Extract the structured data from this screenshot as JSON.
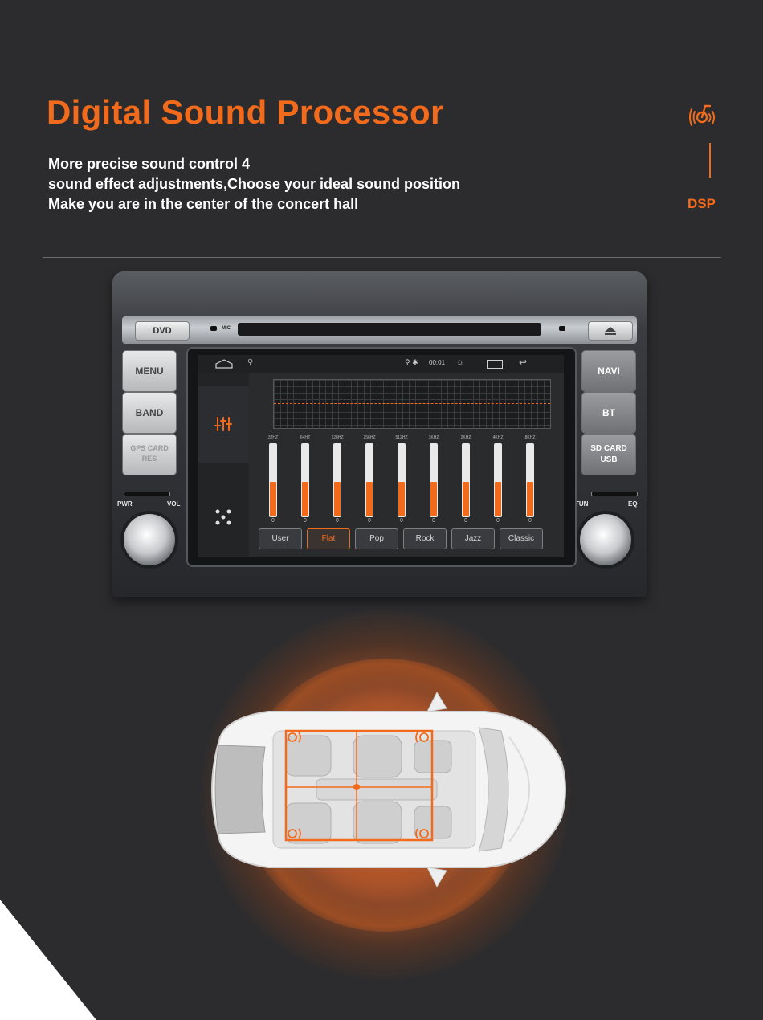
{
  "header": {
    "title": "Digital Sound Processor",
    "description": [
      "More precise sound control 4",
      "sound effect adjustments,Choose your ideal sound position",
      "Make you are in the center of the concert hall"
    ],
    "badge_label": "DSP"
  },
  "unit": {
    "dvd_label": "DVD",
    "mic_label": "MIC",
    "left_buttons": [
      "MENU",
      "BAND",
      "GPS CARD",
      "RES"
    ],
    "right_buttons": [
      "NAVI",
      "BT",
      "SD CARD",
      "USB"
    ],
    "labels": {
      "pwr": "PWR",
      "vol": "VOL",
      "tun": "TUN",
      "eq": "EQ"
    }
  },
  "screen": {
    "clock": "00:01",
    "status_icons": "⚲ ✱",
    "bands": [
      {
        "freq": "32HZ",
        "value": "0",
        "level": 0.48
      },
      {
        "freq": "64HZ",
        "value": "0",
        "level": 0.48
      },
      {
        "freq": "128HZ",
        "value": "0",
        "level": 0.48
      },
      {
        "freq": "256HZ",
        "value": "0",
        "level": 0.48
      },
      {
        "freq": "512HZ",
        "value": "0",
        "level": 0.48
      },
      {
        "freq": "1KHZ",
        "value": "0",
        "level": 0.48
      },
      {
        "freq": "2KHZ",
        "value": "0",
        "level": 0.48
      },
      {
        "freq": "4KHZ",
        "value": "0",
        "level": 0.48
      },
      {
        "freq": "8KHZ",
        "value": "0",
        "level": 0.48
      }
    ],
    "presets": [
      "User",
      "Flat",
      "Pop",
      "Rock",
      "Jazz",
      "Classic"
    ],
    "active_preset": "Flat"
  },
  "colors": {
    "accent": "#f26a1b",
    "background": "#2c2c2e"
  }
}
